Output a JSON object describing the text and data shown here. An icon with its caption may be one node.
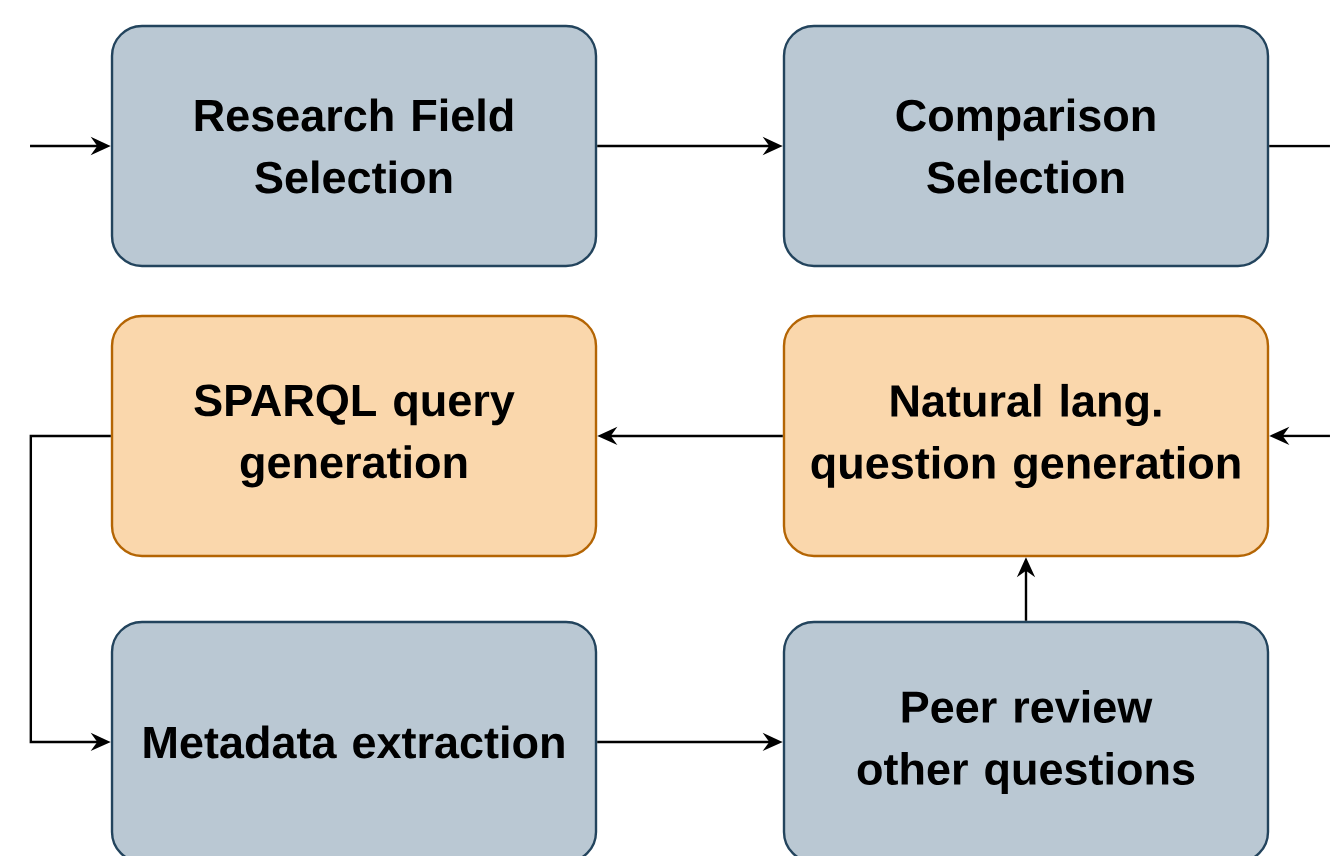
{
  "diagram": {
    "nodes": [
      {
        "text": [
          "Research Field Selection"
        ]
      },
      {
        "text": [
          "Comparison Selection"
        ]
      },
      {
        "text": [
          "SPARQL query generation"
        ]
      },
      {
        "text": [
          "Natural lang. question generation"
        ]
      },
      {
        "text": [
          "Metadata extraction"
        ]
      },
      {
        "text": [
          "Peer review other questions"
        ]
      }
    ],
    "edges": [
      {
        "from": null,
        "to": 0,
        "arrow": "to"
      },
      {
        "from": 0,
        "to": 1,
        "arrow": "to"
      },
      {
        "from": 1,
        "to": null,
        "arrow": "none"
      },
      {
        "from": null,
        "to": 3,
        "arrow": "to"
      },
      {
        "from": 3,
        "to": 2,
        "arrow": "to"
      },
      {
        "from": 2,
        "to": 4,
        "arrow": "to"
      },
      {
        "from": 4,
        "to": 5,
        "arrow": "to"
      },
      {
        "from": 5,
        "to": 3,
        "arrow": "to"
      }
    ]
  }
}
